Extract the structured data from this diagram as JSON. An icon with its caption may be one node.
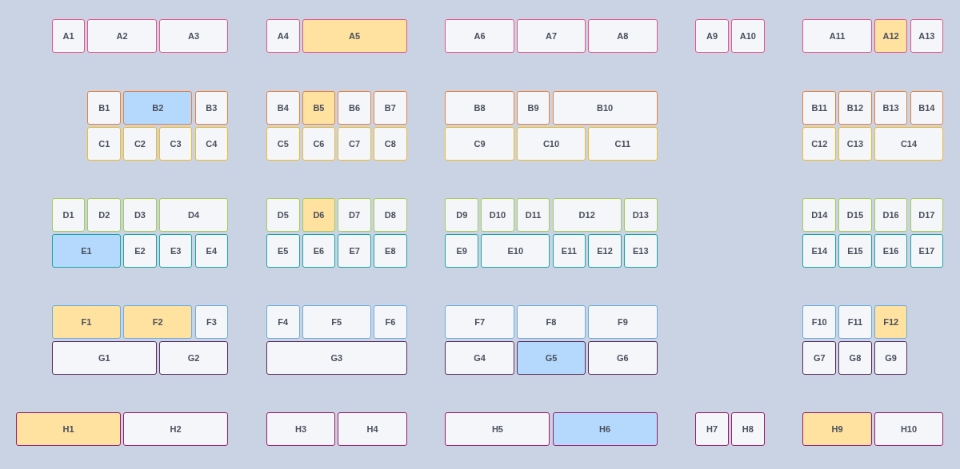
{
  "diagram": {
    "nodes": [
      {
        "text": [
          "A1"
        ]
      },
      {
        "text": [
          "A2"
        ]
      },
      {
        "text": [
          "A3"
        ]
      },
      {
        "text": [
          "A4"
        ]
      },
      {
        "text": [
          "A5"
        ]
      },
      {
        "text": [
          "A6"
        ]
      },
      {
        "text": [
          "A7"
        ]
      },
      {
        "text": [
          "A8"
        ]
      },
      {
        "text": [
          "A9"
        ]
      },
      {
        "text": [
          "A10"
        ]
      },
      {
        "text": [
          "A11"
        ]
      },
      {
        "text": [
          "A12"
        ]
      },
      {
        "text": [
          "A13"
        ]
      },
      {
        "text": [
          "B1"
        ]
      },
      {
        "text": [
          "B2"
        ]
      },
      {
        "text": [
          "B3"
        ]
      },
      {
        "text": [
          "B4"
        ]
      },
      {
        "text": [
          "B5"
        ]
      },
      {
        "text": [
          "B6"
        ]
      },
      {
        "text": [
          "B7"
        ]
      },
      {
        "text": [
          "B8"
        ]
      },
      {
        "text": [
          "B9"
        ]
      },
      {
        "text": [
          "B10"
        ]
      },
      {
        "text": [
          "B11"
        ]
      },
      {
        "text": [
          "B12"
        ]
      },
      {
        "text": [
          "B13"
        ]
      },
      {
        "text": [
          "B14"
        ]
      },
      {
        "text": [
          "C1"
        ]
      },
      {
        "text": [
          "C2"
        ]
      },
      {
        "text": [
          "C3"
        ]
      },
      {
        "text": [
          "C4"
        ]
      },
      {
        "text": [
          "C5"
        ]
      },
      {
        "text": [
          "C6"
        ]
      },
      {
        "text": [
          "C7"
        ]
      },
      {
        "text": [
          "C8"
        ]
      },
      {
        "text": [
          "C9"
        ]
      },
      {
        "text": [
          "C10"
        ]
      },
      {
        "text": [
          "C11"
        ]
      },
      {
        "text": [
          "C12"
        ]
      },
      {
        "text": [
          "C13"
        ]
      },
      {
        "text": [
          "C14"
        ]
      },
      {
        "text": [
          "D1"
        ]
      },
      {
        "text": [
          "D2"
        ]
      },
      {
        "text": [
          "D3"
        ]
      },
      {
        "text": [
          "D4"
        ]
      },
      {
        "text": [
          "D5"
        ]
      },
      {
        "text": [
          "D6"
        ]
      },
      {
        "text": [
          "D7"
        ]
      },
      {
        "text": [
          "D8"
        ]
      },
      {
        "text": [
          "D9"
        ]
      },
      {
        "text": [
          "D10"
        ]
      },
      {
        "text": [
          "D11"
        ]
      },
      {
        "text": [
          "D12"
        ]
      },
      {
        "text": [
          "D13"
        ]
      },
      {
        "text": [
          "D14"
        ]
      },
      {
        "text": [
          "D15"
        ]
      },
      {
        "text": [
          "D16"
        ]
      },
      {
        "text": [
          "D17"
        ]
      },
      {
        "text": [
          "E1"
        ]
      },
      {
        "text": [
          "E2"
        ]
      },
      {
        "text": [
          "E3"
        ]
      },
      {
        "text": [
          "E4"
        ]
      },
      {
        "text": [
          "E5"
        ]
      },
      {
        "text": [
          "E6"
        ]
      },
      {
        "text": [
          "E7"
        ]
      },
      {
        "text": [
          "E8"
        ]
      },
      {
        "text": [
          "E9"
        ]
      },
      {
        "text": [
          "E10"
        ]
      },
      {
        "text": [
          "E11"
        ]
      },
      {
        "text": [
          "E12"
        ]
      },
      {
        "text": [
          "E13"
        ]
      },
      {
        "text": [
          "E14"
        ]
      },
      {
        "text": [
          "E15"
        ]
      },
      {
        "text": [
          "E16"
        ]
      },
      {
        "text": [
          "E17"
        ]
      },
      {
        "text": [
          "F1"
        ]
      },
      {
        "text": [
          "F2"
        ]
      },
      {
        "text": [
          "F3"
        ]
      },
      {
        "text": [
          "F4"
        ]
      },
      {
        "text": [
          "F5"
        ]
      },
      {
        "text": [
          "F6"
        ]
      },
      {
        "text": [
          "F7"
        ]
      },
      {
        "text": [
          "F8"
        ]
      },
      {
        "text": [
          "F9"
        ]
      },
      {
        "text": [
          "F10"
        ]
      },
      {
        "text": [
          "F11"
        ]
      },
      {
        "text": [
          "F12"
        ]
      },
      {
        "text": [
          "G1"
        ]
      },
      {
        "text": [
          "G2"
        ]
      },
      {
        "text": [
          "G3"
        ]
      },
      {
        "text": [
          "G4"
        ]
      },
      {
        "text": [
          "G5"
        ]
      },
      {
        "text": [
          "G6"
        ]
      },
      {
        "text": [
          "G7"
        ]
      },
      {
        "text": [
          "G8"
        ]
      },
      {
        "text": [
          "G9"
        ]
      },
      {
        "text": [
          "H1"
        ]
      },
      {
        "text": [
          "H2"
        ]
      },
      {
        "text": [
          "H3"
        ]
      },
      {
        "text": [
          "H4"
        ]
      },
      {
        "text": [
          "H5"
        ]
      },
      {
        "text": [
          "H6"
        ]
      },
      {
        "text": [
          "H7"
        ]
      },
      {
        "text": [
          "H8"
        ]
      },
      {
        "text": [
          "H9"
        ]
      },
      {
        "text": [
          "H10"
        ]
      }
    ]
  }
}
